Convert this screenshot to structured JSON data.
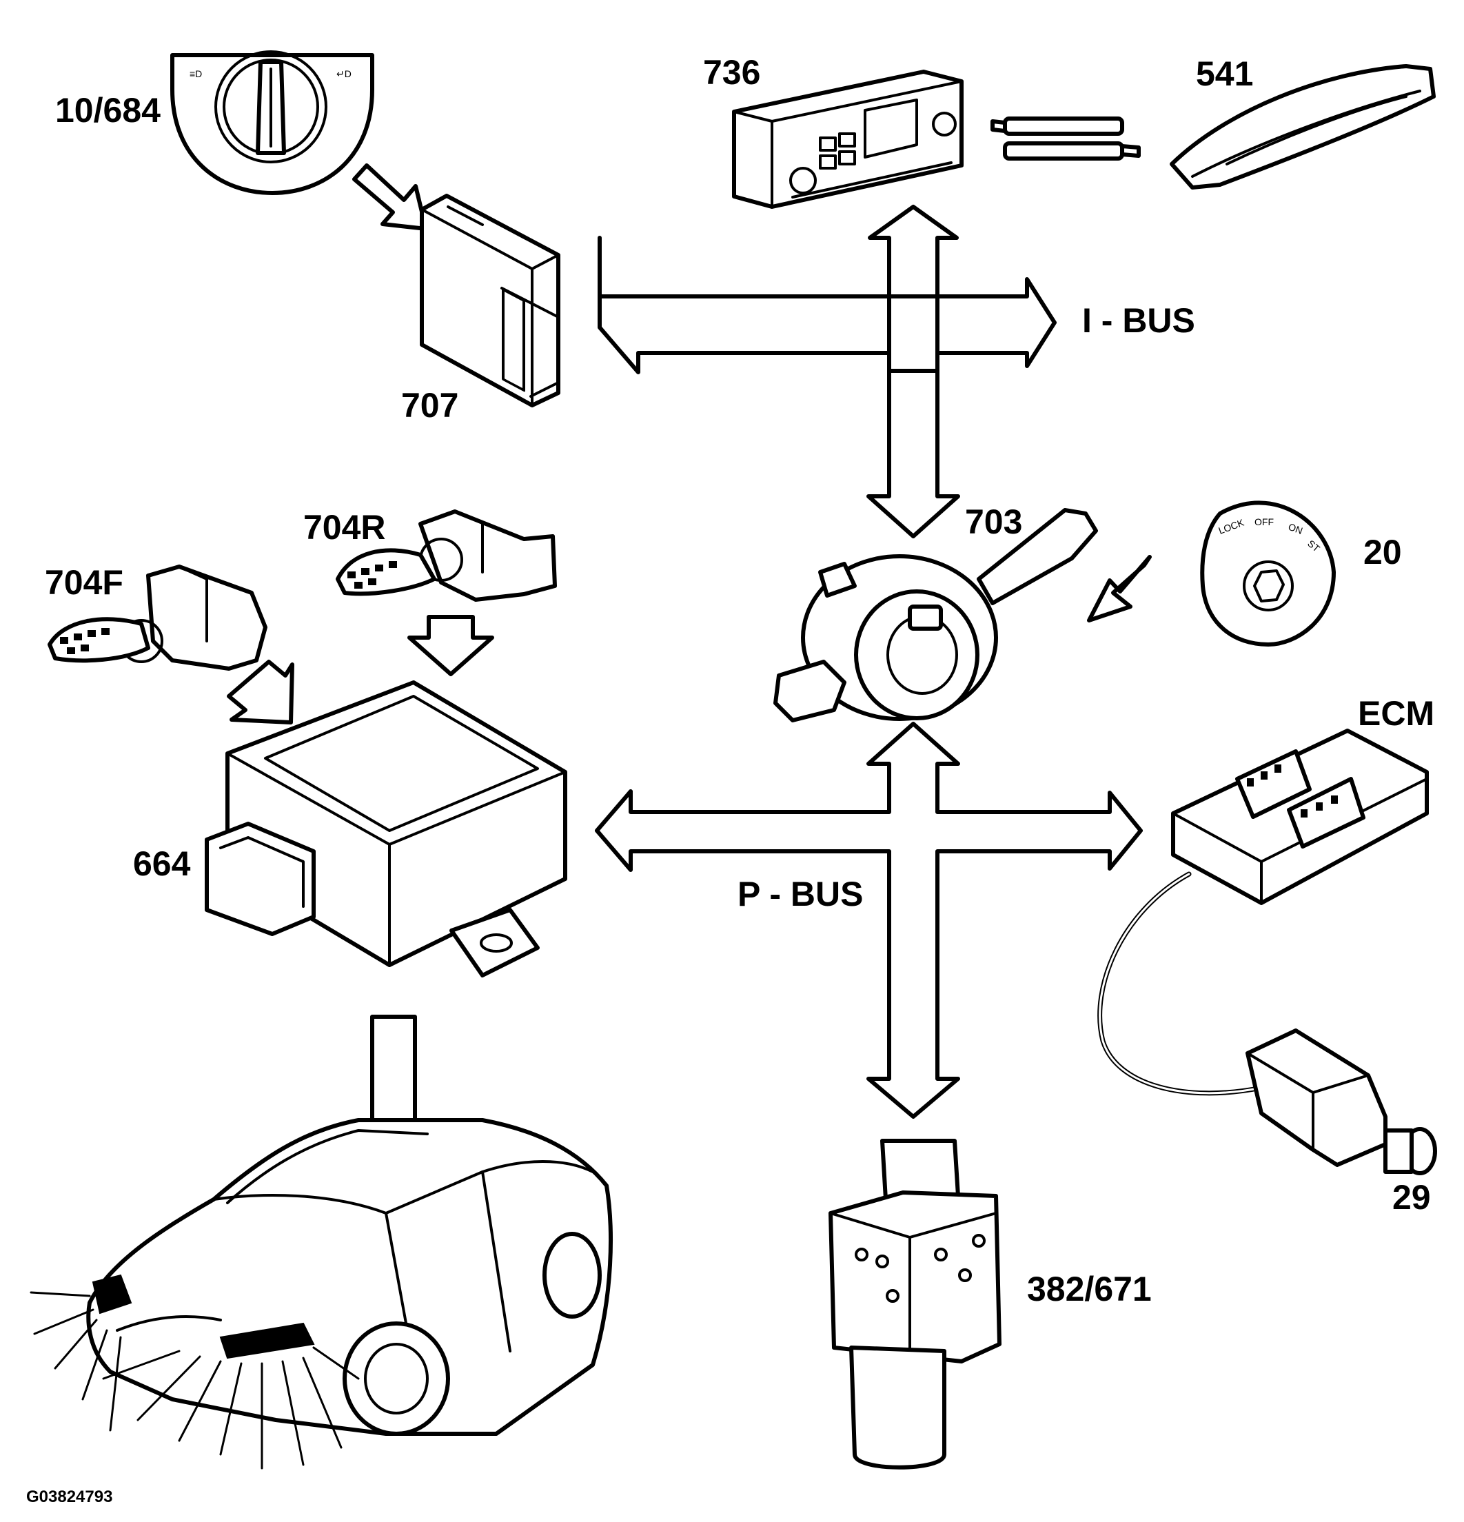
{
  "labels": {
    "light_switch": "10/684",
    "central_module": "707",
    "info_display": "736",
    "instrument_cluster": "541",
    "i_bus": "I - BUS",
    "steering_wheel_module": "703",
    "ignition_switch": "20",
    "yaw_sensor_rear": "704R",
    "yaw_sensor_front": "704F",
    "headlamp_module": "664",
    "ecm": "ECM",
    "p_bus": "P - BUS",
    "abs_module": "382/671",
    "brake_switch": "29"
  },
  "ignition_positions": [
    "LOCK",
    "OFF",
    "ON",
    "ST"
  ],
  "figure_id": "G03824793"
}
